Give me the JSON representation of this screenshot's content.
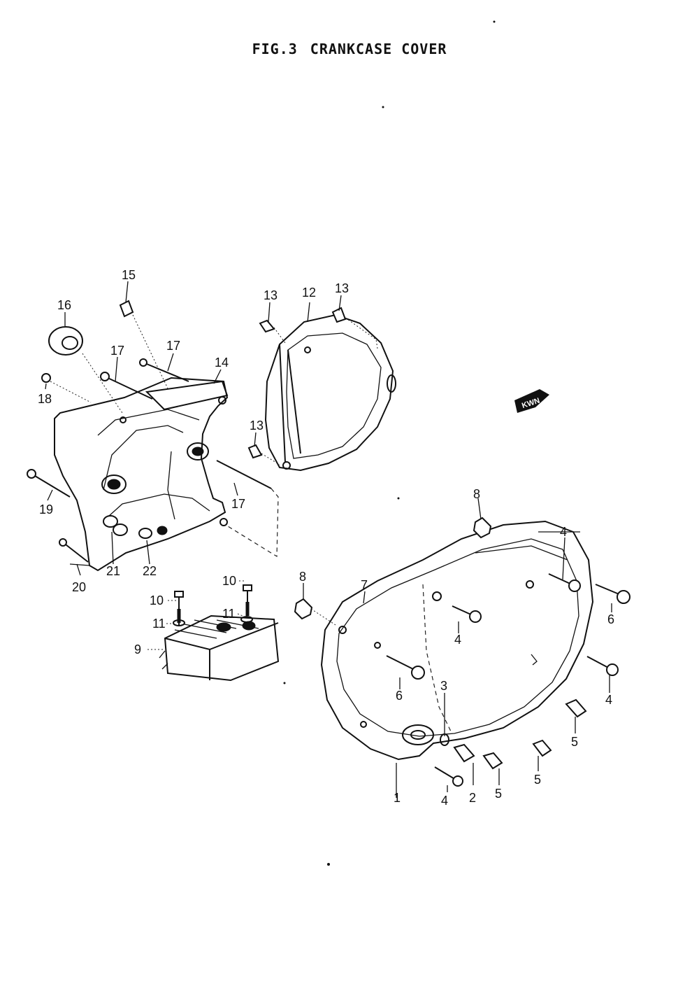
{
  "figure": {
    "number": "FIG.3",
    "name": "CRANKCASE COVER"
  },
  "direction_badge": {
    "text": "KWN"
  },
  "callouts": [
    "1",
    "2",
    "3",
    "4",
    "5",
    "6",
    "7",
    "8",
    "9",
    "10",
    "11",
    "12",
    "13",
    "14",
    "15",
    "16",
    "17",
    "18",
    "19",
    "20",
    "21",
    "22"
  ]
}
